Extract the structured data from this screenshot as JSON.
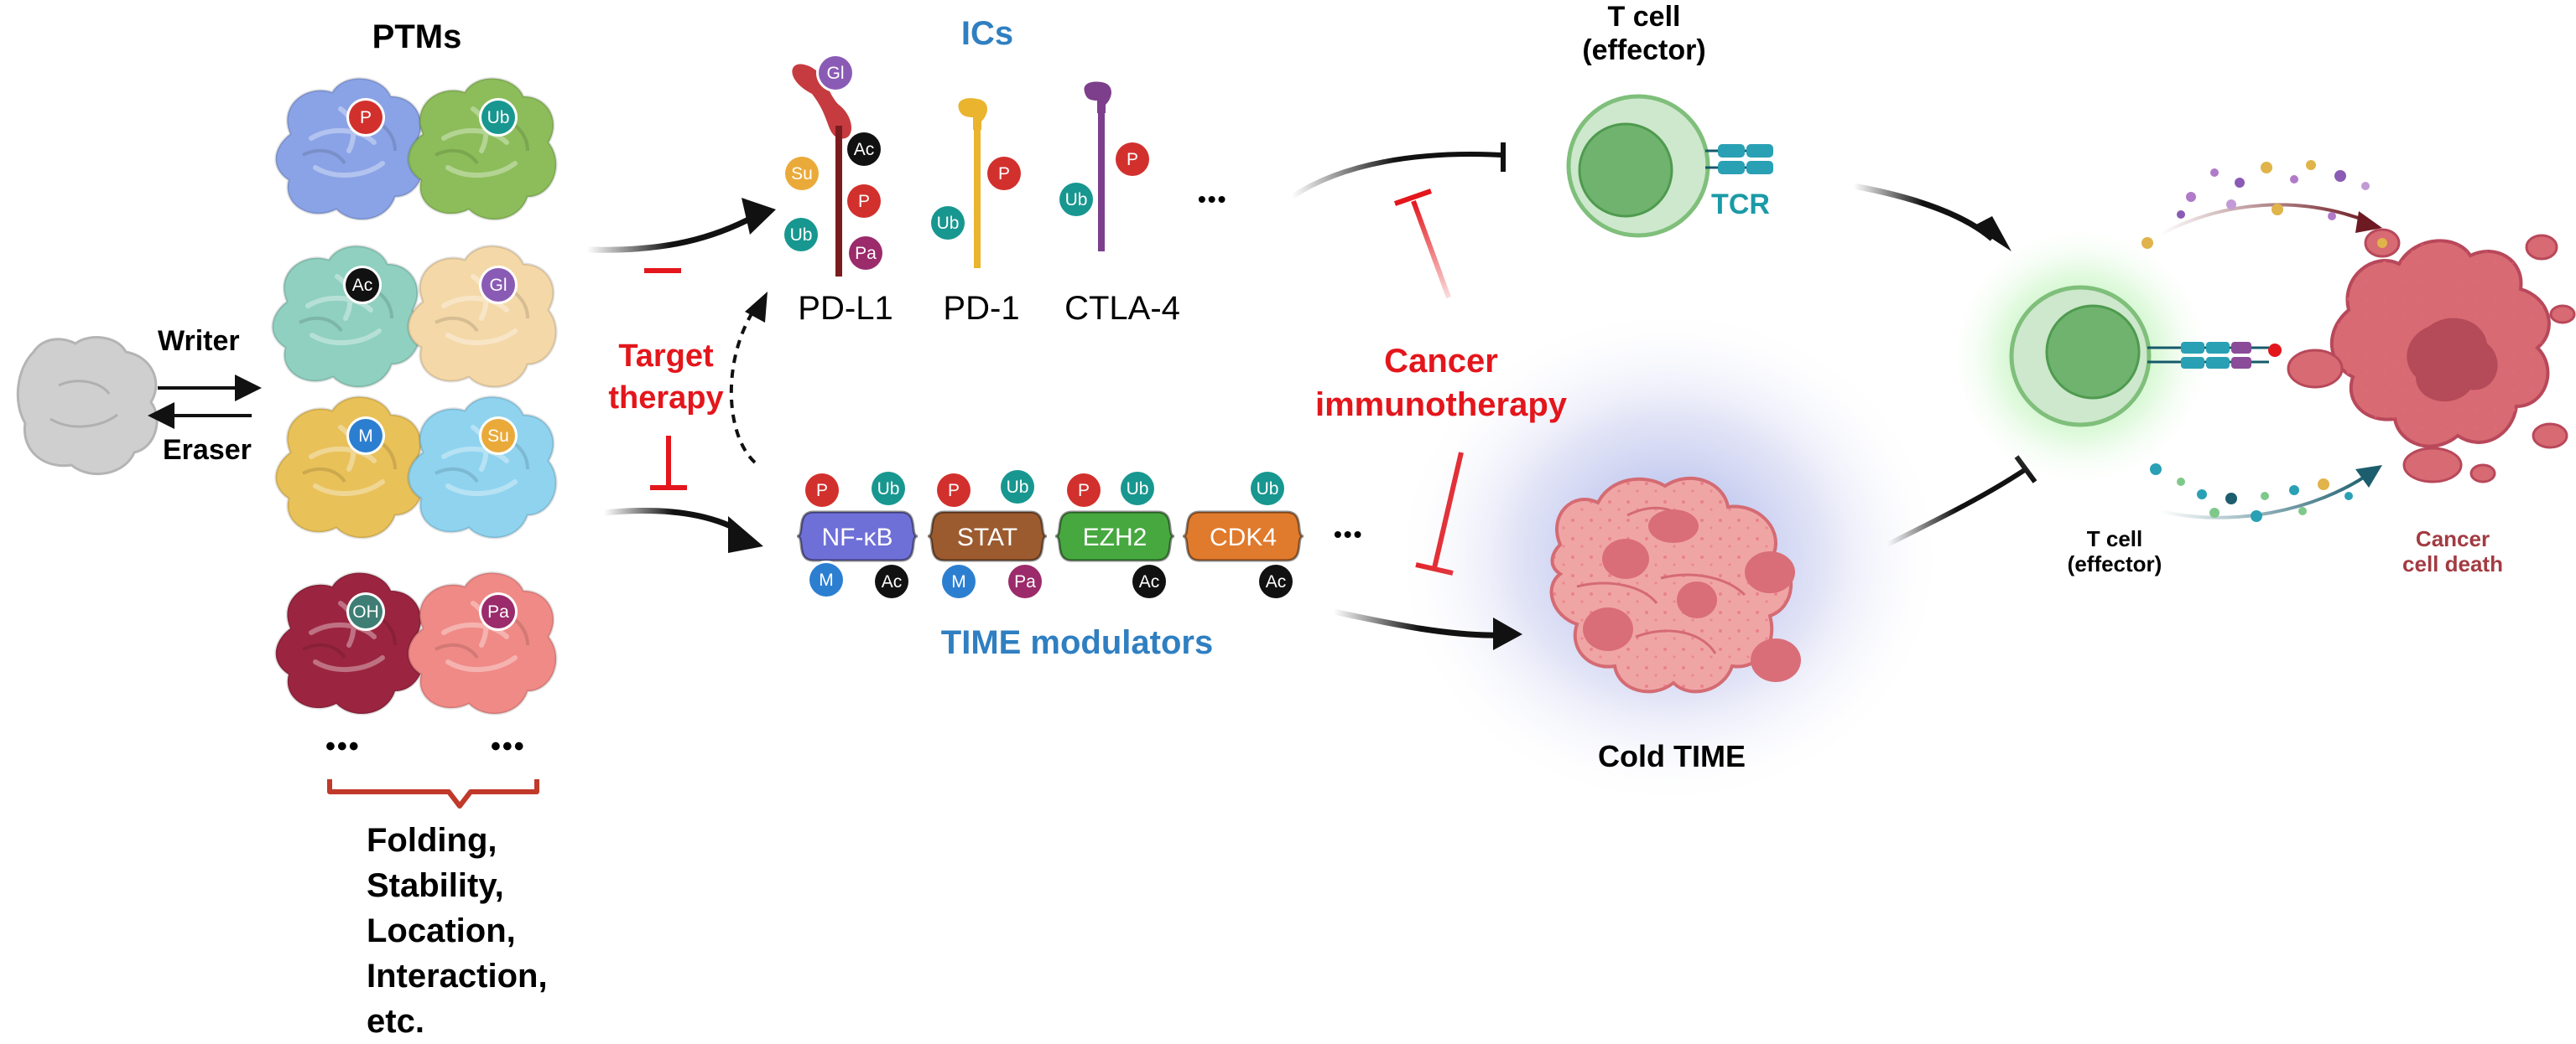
{
  "ptms": {
    "title": "PTMs",
    "writer": "Writer",
    "eraser": "Eraser",
    "proteins": [
      {
        "mod": "P",
        "body": "#8aa3e6",
        "badge": "#d2302d"
      },
      {
        "mod": "Ub",
        "body": "#8cbd5a",
        "badge": "#17978f"
      },
      {
        "mod": "Ac",
        "body": "#8fd0c0",
        "badge": "#111111"
      },
      {
        "mod": "Gl",
        "body": "#f4d8a8",
        "badge": "#8a5bb5"
      },
      {
        "mod": "M",
        "body": "#e9c159",
        "badge": "#2c7fd0"
      },
      {
        "mod": "Su",
        "body": "#8fd3ef",
        "badge": "#eaaa3a"
      },
      {
        "mod": "OH",
        "body": "#9b2540",
        "badge": "#3e7e74"
      },
      {
        "mod": "Pa",
        "body": "#f08a86",
        "badge": "#9b2b6b"
      }
    ],
    "ellipsis": [
      "•••",
      "•••"
    ],
    "functions": [
      "Folding,",
      "Stability,",
      "Location,",
      "Interaction,",
      "etc."
    ]
  },
  "target_therapy": [
    "Target",
    "therapy"
  ],
  "ics": {
    "title": "ICs",
    "items": [
      {
        "name": "PD-L1",
        "mods": [
          "Gl",
          "Ac",
          "Su",
          "P",
          "Ub",
          "Pa"
        ]
      },
      {
        "name": "PD-1",
        "mods": [
          "P",
          "Ub"
        ]
      },
      {
        "name": "CTLA-4",
        "mods": [
          "P",
          "Ub"
        ]
      }
    ],
    "ellipsis": "•••"
  },
  "time_modulators": {
    "title": "TIME modulators",
    "items": [
      {
        "name": "NF-κB",
        "color": "#6f6fd8",
        "mods": [
          "P",
          "Ub",
          "M",
          "Ac"
        ]
      },
      {
        "name": "STAT",
        "color": "#9c5a2f",
        "mods": [
          "P",
          "Ub",
          "M",
          "Pa"
        ]
      },
      {
        "name": "EZH2",
        "color": "#46a83f",
        "mods": [
          "P",
          "Ub",
          "Ac"
        ]
      },
      {
        "name": "CDK4",
        "color": "#e07a2c",
        "mods": [
          "Ub",
          "Ac"
        ]
      }
    ],
    "ellipsis": "•••"
  },
  "t_cell_top": {
    "title": "T cell\n(effector)",
    "line1": "T cell",
    "line2": "(effector)",
    "tcr": "TCR"
  },
  "cancer_immunotherapy": [
    "Cancer",
    "immunotherapy"
  ],
  "cold_time": "Cold TIME",
  "outcome": {
    "t_cell": [
      "T cell",
      "(effector)"
    ],
    "cancer": [
      "Cancer",
      "cell death"
    ]
  },
  "badge_colors": {
    "P": "#d2302d",
    "Ub": "#17978f",
    "Ac": "#111111",
    "Gl": "#8a5bb5",
    "M": "#2c7fd0",
    "Su": "#eaaa3a",
    "OH": "#3e7e74",
    "Pa": "#9b2b6b"
  }
}
